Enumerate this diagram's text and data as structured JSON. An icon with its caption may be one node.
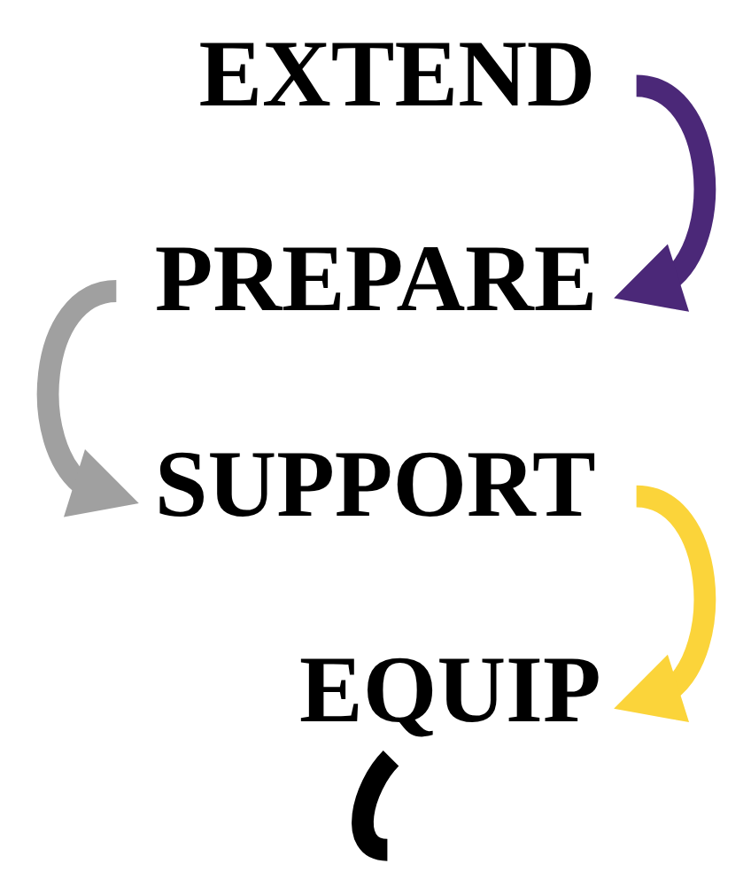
{
  "diagram": {
    "nodes": [
      {
        "text": [
          "EXTEND"
        ]
      },
      {
        "text": [
          "PREPARE"
        ]
      },
      {
        "text": [
          "SUPPORT"
        ]
      },
      {
        "text": [
          "EQUIP"
        ]
      }
    ],
    "edges": [
      {
        "from": 0,
        "to": 1,
        "arrow": "to",
        "color": "#4b2878"
      },
      {
        "from": 1,
        "to": 2,
        "arrow": "to",
        "color": "#a0a0a0"
      },
      {
        "from": 2,
        "to": 3,
        "arrow": "to",
        "color": "#fbd43a"
      },
      {
        "from": 3,
        "to": null,
        "arrow": "none",
        "color": "#000000"
      }
    ]
  }
}
